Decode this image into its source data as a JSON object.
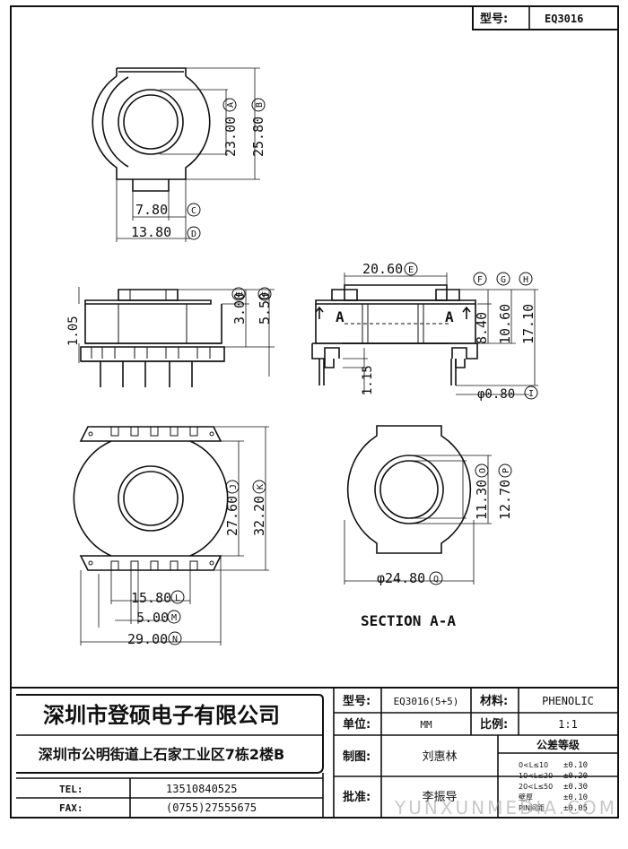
{
  "header": {
    "model_label": "型号:",
    "model_value": "EQ3016"
  },
  "top_view": {
    "dim_a": "23.00",
    "tag_a": "A",
    "dim_b": "25.80",
    "tag_b": "B",
    "dim_c": "7.80",
    "tag_c": "C",
    "dim_d": "13.80",
    "tag_d": "D"
  },
  "side_view": {
    "dim_e": "3.00",
    "tag_e": "E",
    "dim_f": "5.50",
    "tag_f": "F",
    "dim_left": "1.05"
  },
  "front_view": {
    "dim_e": "20.60",
    "tag_e": "E",
    "tag_f": "F",
    "tag_g": "G",
    "tag_h": "H",
    "dim_g": "8.40",
    "dim_h": "10.60",
    "dim_total": "17.10",
    "dim_pin_len": "1.15",
    "dim_pin_dia": "φ0.80",
    "tag_i": "I",
    "section_left": "A",
    "section_right": "A"
  },
  "bottom_view": {
    "dim_j": "27.60",
    "tag_j": "J",
    "dim_k": "32.20",
    "tag_k": "K",
    "dim_l": "15.80",
    "tag_l": "L",
    "dim_m": "5.00",
    "tag_m": "M",
    "dim_n": "29.00",
    "tag_n": "N"
  },
  "section_view": {
    "dim_o": "11.30",
    "tag_o": "O",
    "dim_p": "12.70",
    "tag_p": "P",
    "dim_q": "φ24.80",
    "tag_q": "Q",
    "caption": "SECTION A-A"
  },
  "title_block": {
    "company": "深圳市登硕电子有限公司",
    "address": "深圳市公明街道上石家工业区7栋2楼B",
    "tel_label": "TEL:",
    "tel_value": "13510840525",
    "fax_label": "FAX:",
    "fax_value": "(0755)27555675",
    "model_label": "型号:",
    "model_value": "EQ3016(5+5)",
    "material_label": "材料:",
    "material_value": "PHENOLIC",
    "unit_label": "单位:",
    "unit_value": "MM",
    "scale_label": "比例:",
    "scale_value": "1:1",
    "drawn_label": "制图:",
    "drawn_value": "刘惠林",
    "approved_label": "批准:",
    "approved_value": "李振导",
    "tolerance_title": "公差等级",
    "tolerances": [
      {
        "range": "0<L≤10",
        "value": "±0.10"
      },
      {
        "range": "10<L≤20",
        "value": "±0.20"
      },
      {
        "range": "20<L≤50",
        "value": "±0.30"
      },
      {
        "range": "壁厚",
        "value": "±0.10"
      },
      {
        "range": "PIN间距",
        "value": "±0.05"
      }
    ],
    "watermark": "YUNXUNMEDIA.COM"
  }
}
